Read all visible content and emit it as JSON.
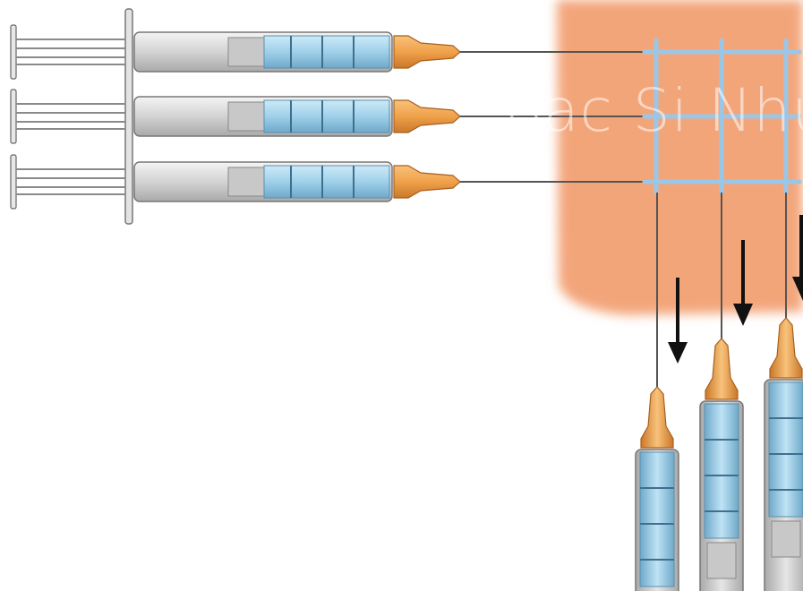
{
  "watermark": {
    "text": "Bac Si Nhu"
  },
  "colors": {
    "skin": "#f3a57a",
    "filament": "#9cc6e6",
    "barrel": "#d8d8d8",
    "liquid": "#9fd0ea",
    "needle_hub": "#f0a14a",
    "arrow": "#111111"
  },
  "diagram": {
    "horizontal_syringes": 3,
    "vertical_syringes": 3,
    "downward_arrows": 3
  }
}
